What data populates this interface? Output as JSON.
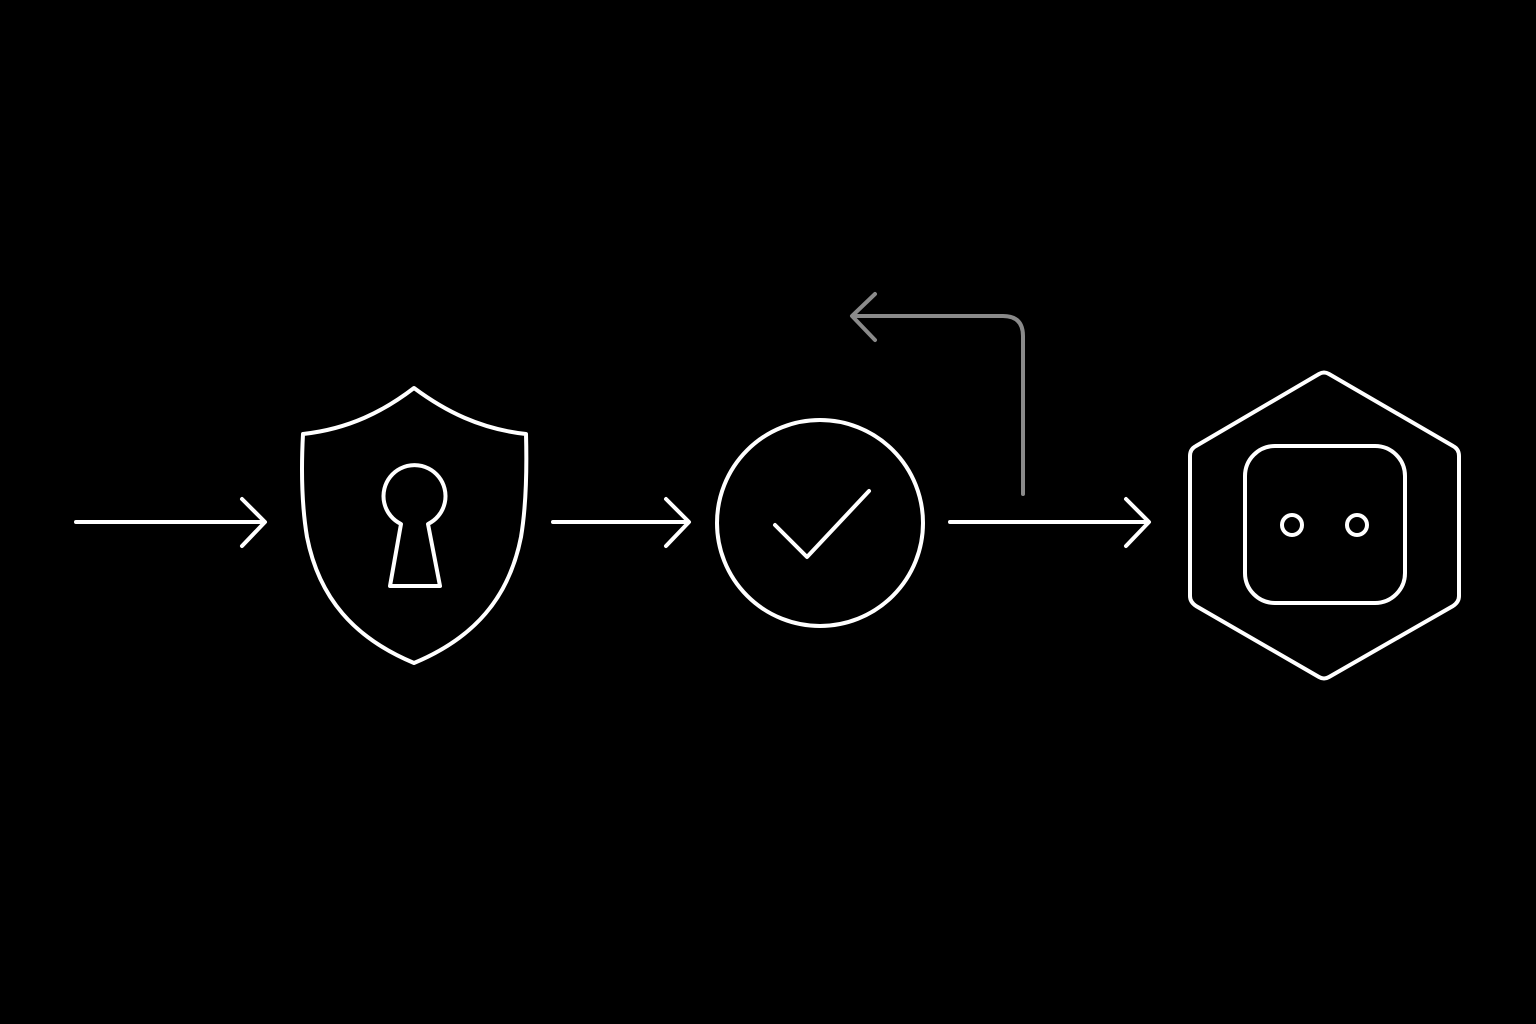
{
  "diagram": {
    "background_color": "#000000",
    "primary_stroke_color": "#ffffff",
    "feedback_stroke_color": "#8a8a8a",
    "nodes": [
      {
        "id": "shield",
        "icon": "shield-keyhole-icon"
      },
      {
        "id": "verify",
        "icon": "check-circle-icon"
      },
      {
        "id": "device",
        "icon": "hexagon-socket-icon"
      }
    ],
    "edges": [
      {
        "from": "start",
        "to": "shield",
        "icon": "arrow-right-icon"
      },
      {
        "from": "shield",
        "to": "verify",
        "icon": "arrow-right-icon"
      },
      {
        "from": "verify",
        "to": "device",
        "icon": "arrow-right-icon"
      },
      {
        "from": "verify-device-edge",
        "to": "back",
        "icon": "arrow-return-left-icon"
      }
    ]
  }
}
